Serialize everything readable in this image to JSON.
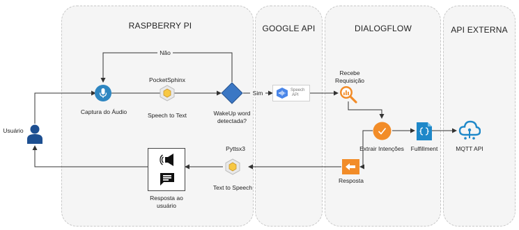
{
  "zones": {
    "raspberry": "RASPBERRY PI",
    "google": "GOOGLE API",
    "dialogflow": "DIALOGFLOW",
    "api_externa": "API EXTERNA"
  },
  "nodes": {
    "usuario": "Usuário",
    "captura": "Captura do Áudio",
    "pocketsphinx": "PocketSphinx",
    "speech_to_text": "Speech to Text",
    "wakeup": "WakeUp word detectada?",
    "speech_api_line1": "Speech",
    "speech_api_line2": "API",
    "recebe": "Recebe Requisição",
    "extrair": "Extrair Intenções",
    "fulfillment": "Fulfillment",
    "mqtt": "MQTT API",
    "resposta": "Resposta",
    "pyttsx3": "Pyttsx3",
    "text_to_speech": "Text to Speech",
    "resposta_usuario": "Resposta ao usuário"
  },
  "edges": {
    "nao": "Não",
    "sim": "Sim"
  },
  "colors": {
    "user_blue": "#1d4f91",
    "mic_blue": "#2e86c1",
    "diamond_blue": "#3b77c4",
    "orange": "#f28c28",
    "fulfillment_blue": "#1e88c9",
    "google_blue": "#4a86e8"
  },
  "icons": [
    "user-icon",
    "microphone-icon",
    "hexagon-icon",
    "speaker-icon",
    "chat-icon",
    "search-chart-icon",
    "check-icon",
    "braces-icon",
    "cloud-icon",
    "reply-icon"
  ]
}
